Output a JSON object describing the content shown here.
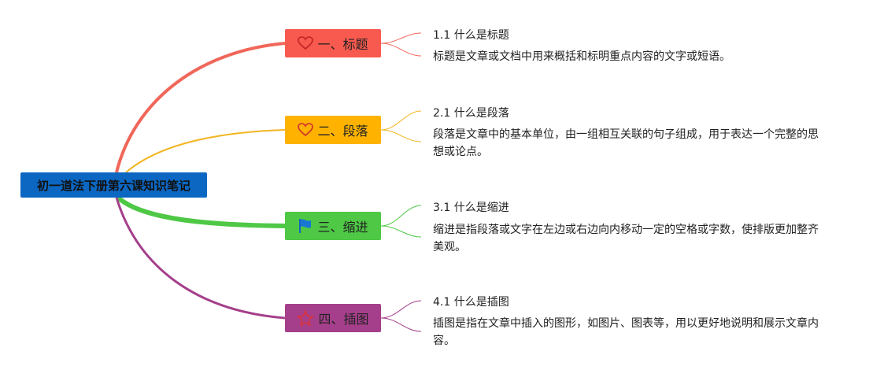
{
  "root": {
    "label": "初一道法下册第六课知识笔记",
    "color": "#0b67c2"
  },
  "branches": [
    {
      "label": "一、标题",
      "icon": "heart-icon",
      "color": "#f95a4f",
      "leaf_title": "1.1 什么是标题",
      "leaf_desc": "标题是文章或文档中用来概括和标明重点内容的文字或短语。"
    },
    {
      "label": "二、段落",
      "icon": "heart-icon",
      "color": "#ffb300",
      "leaf_title": "2.1 什么是段落",
      "leaf_desc": "段落是文章中的基本单位，由一组相互关联的句子组成，用于表达一个完整的思想或论点。"
    },
    {
      "label": "三、缩进",
      "icon": "flag-icon",
      "color": "#4ec845",
      "leaf_title": "3.1 什么是缩进",
      "leaf_desc": "缩进是指段落或文字在左边或右边向内移动一定的空格或字数，使排版更加整齐美观。"
    },
    {
      "label": "四、插图",
      "icon": "star-icon",
      "color": "#a53f8b",
      "leaf_title": "4.1 什么是插图",
      "leaf_desc": "插图是指在文章中插入的图形，如图片、图表等，用以更好地说明和展示文章内容。"
    }
  ]
}
